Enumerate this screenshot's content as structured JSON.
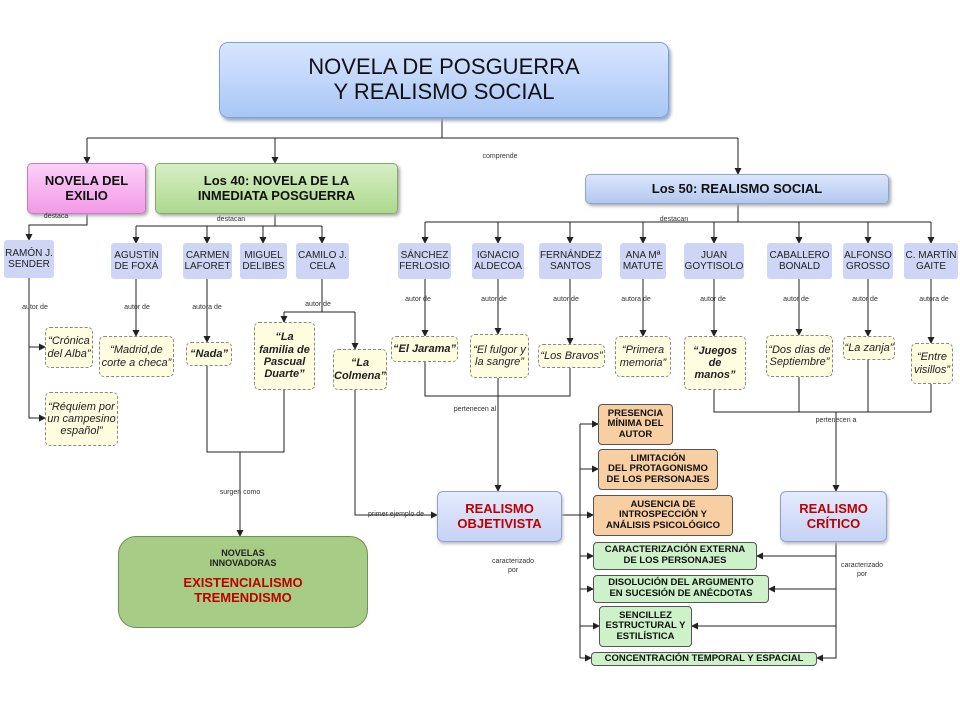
{
  "title": "NOVELA DE POSGUERRA\nY REALISMO SOCIAL",
  "branches": {
    "exilio": "NOVELA DEL\nEXILIO",
    "cuarenta": "Los 40: NOVELA DE LA\nINMEDIATA POSGUERRA",
    "cincuenta": "Los 50: REALISMO SOCIAL"
  },
  "authors": [
    "RAMÓN J.\nSENDER",
    "AGUSTÍN\nDE FOXÁ",
    "CARMEN\nLAFORET",
    "MIGUEL\nDELIBES",
    "CAMILO J.\nCELA",
    "SÁNCHEZ\nFERLOSIO",
    "IGNACIO\nALDECOA",
    "FERNÁNDEZ\nSANTOS",
    "ANA Mª\nMATUTE",
    "JUAN\nGOYTISOLO",
    "CABALLERO\nBONALD",
    "ALFONSO\nGROSSO",
    "C. MARTÍN\nGAITE"
  ],
  "works": [
    "“Crónica\ndel Alba”",
    "“Réquiem por\nun campesino\nespañol”",
    "“Madrid,de\ncorte a checa”",
    "“Nada”",
    "“La\nfamilia de\nPascual\nDuarte”",
    "“La\nColmena”",
    "“El Jarama”",
    "“El fulgor y\nla sangre”",
    "“Los Bravos”",
    "“Primera\nmemoria”",
    "“Juegos\nde\nmanos”",
    "“Dos días de\nSeptiembre”",
    "“La zanja”",
    "“Entre\nvisillos”"
  ],
  "innovadoras": {
    "heading": "NOVELAS\nINNOVADORAS",
    "name": "EXISTENCIALISMO\nTREMENDISMO"
  },
  "realismo_objetivista": "REALISMO\nOBJETIVISTA",
  "realismo_critico": "REALISMO\nCRÍTICO",
  "features": [
    "PRESENCIA\nMÍNIMA DEL\nAUTOR",
    "LIMITACIÓN\nDEL PROTAGONISMO\nDE LOS PERSONAJES",
    "AUSENCIA DE\nINTROSPECCIÓN Y\nANÁLISIS PSICOLÓGICO",
    "CARACTERIZACIÓN EXTERNA\nDE LOS PERSONAJES",
    "DISOLUCIÓN DEL ARGUMENTO\nEN SUCESIÓN DE ANÉCDOTAS",
    "SENCILLEZ\nESTRUCTURAL Y\nESTILÍSTICA",
    "CONCENTRACIÓN TEMPORAL Y ESPACIAL"
  ],
  "labels": {
    "comprende": "comprende",
    "destaca": "destaca",
    "destacan_40": "destacan",
    "destacan_50": "destacan",
    "autor_de": "autor de",
    "autora_de": "autora de",
    "surgen_como": "surgen como",
    "primer_ejemplo": "primer ejemplo de",
    "pertenecen_al": "pertenecen al",
    "pertenecen_a": "pertenecen a",
    "caracterizado_por": "caracterizado\npor"
  },
  "colors": {
    "title_fill": "#a9c6f5",
    "exilio_fill": "#f29ae6",
    "cuarenta_fill": "#aed88f",
    "cincuenta_fill": "#b4c8ef",
    "author_fill": "#cfd6f5",
    "work_fill": "#fffde0",
    "innovadoras_fill": "#a7cc86",
    "realism_text": "#c00000",
    "feature_orange": "#f8cfa2",
    "feature_green": "#cdf1c8"
  }
}
